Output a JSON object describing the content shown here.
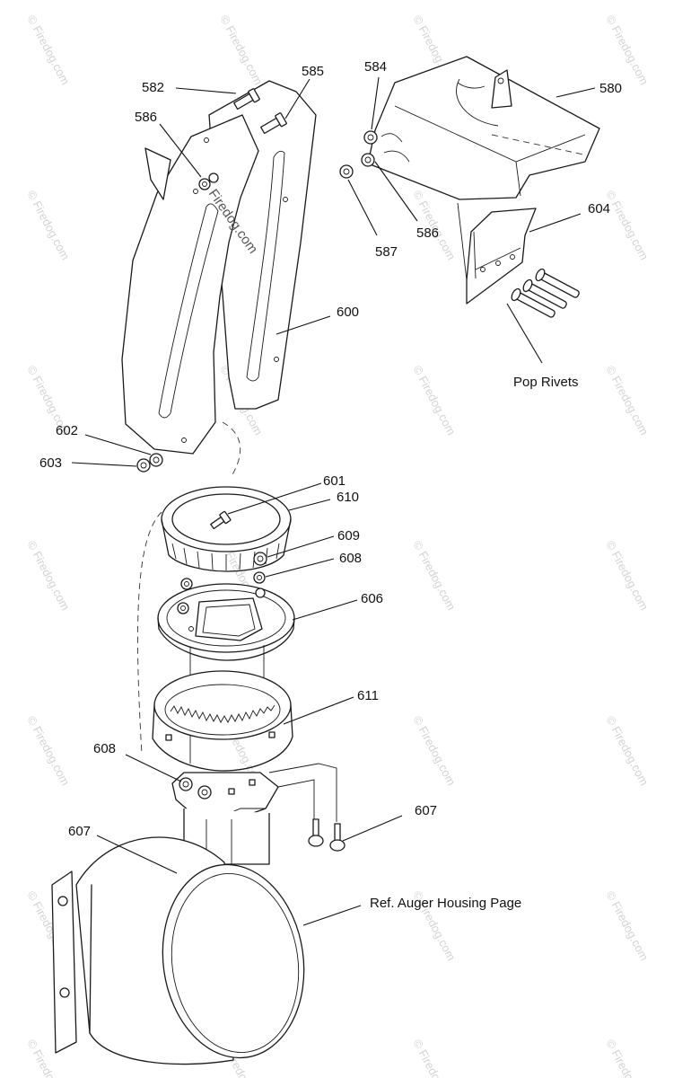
{
  "watermark": {
    "text": "© Firedog.com",
    "inline_text": "Firedog.com"
  },
  "labels": {
    "l580": "580",
    "l582": "582",
    "l584": "584",
    "l585": "585",
    "l586a": "586",
    "l586b": "586",
    "l587": "587",
    "l600": "600",
    "l601": "601",
    "l602": "602",
    "l603": "603",
    "l604": "604",
    "l606": "606",
    "l607a": "607",
    "l607b": "607",
    "l608a": "608",
    "l608b": "608",
    "l609": "609",
    "l610": "610",
    "l611": "611"
  },
  "notes": {
    "pop_rivets": "Pop Rivets",
    "ref_auger": "Ref. Auger Housing Page"
  }
}
